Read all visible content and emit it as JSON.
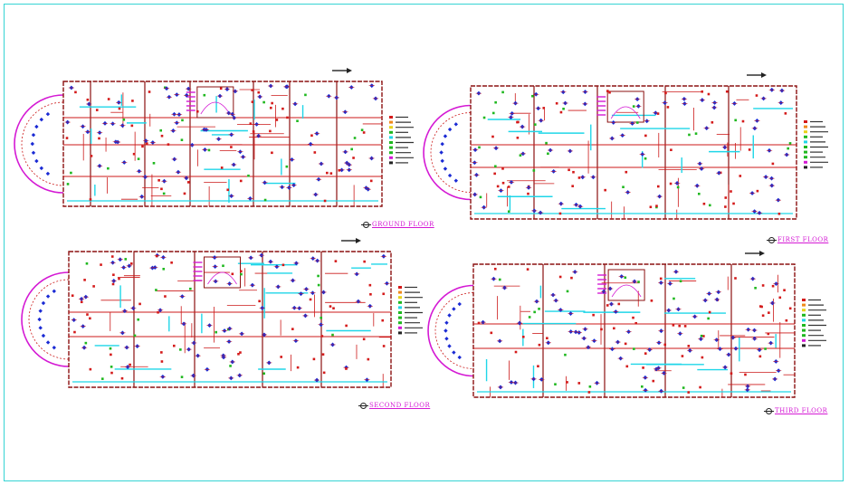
{
  "drawing": {
    "plans": [
      {
        "id": "ground",
        "label": "GROUND FLOOR"
      },
      {
        "id": "first",
        "label": "FIRST FLOOR"
      },
      {
        "id": "second",
        "label": "SECOND FLOOR"
      },
      {
        "id": "third",
        "label": "THIRD FLOOR"
      }
    ],
    "colors": {
      "frame": "#35d4d4",
      "wall": "#cc1a1a",
      "wall_dark": "#8b1010",
      "conduit": "#1fd6e8",
      "light_fixture": "#1a2ad4",
      "outlet": "#d41a1a",
      "switch": "#1fb81f",
      "curve_wall": "#d419d4",
      "label": "#d419d4",
      "accent_orange": "#f08a1a"
    },
    "legend_symbols": [
      "red",
      "orange",
      "yellow",
      "green",
      "cyan",
      "green",
      "green",
      "green",
      "magenta",
      "black"
    ]
  }
}
